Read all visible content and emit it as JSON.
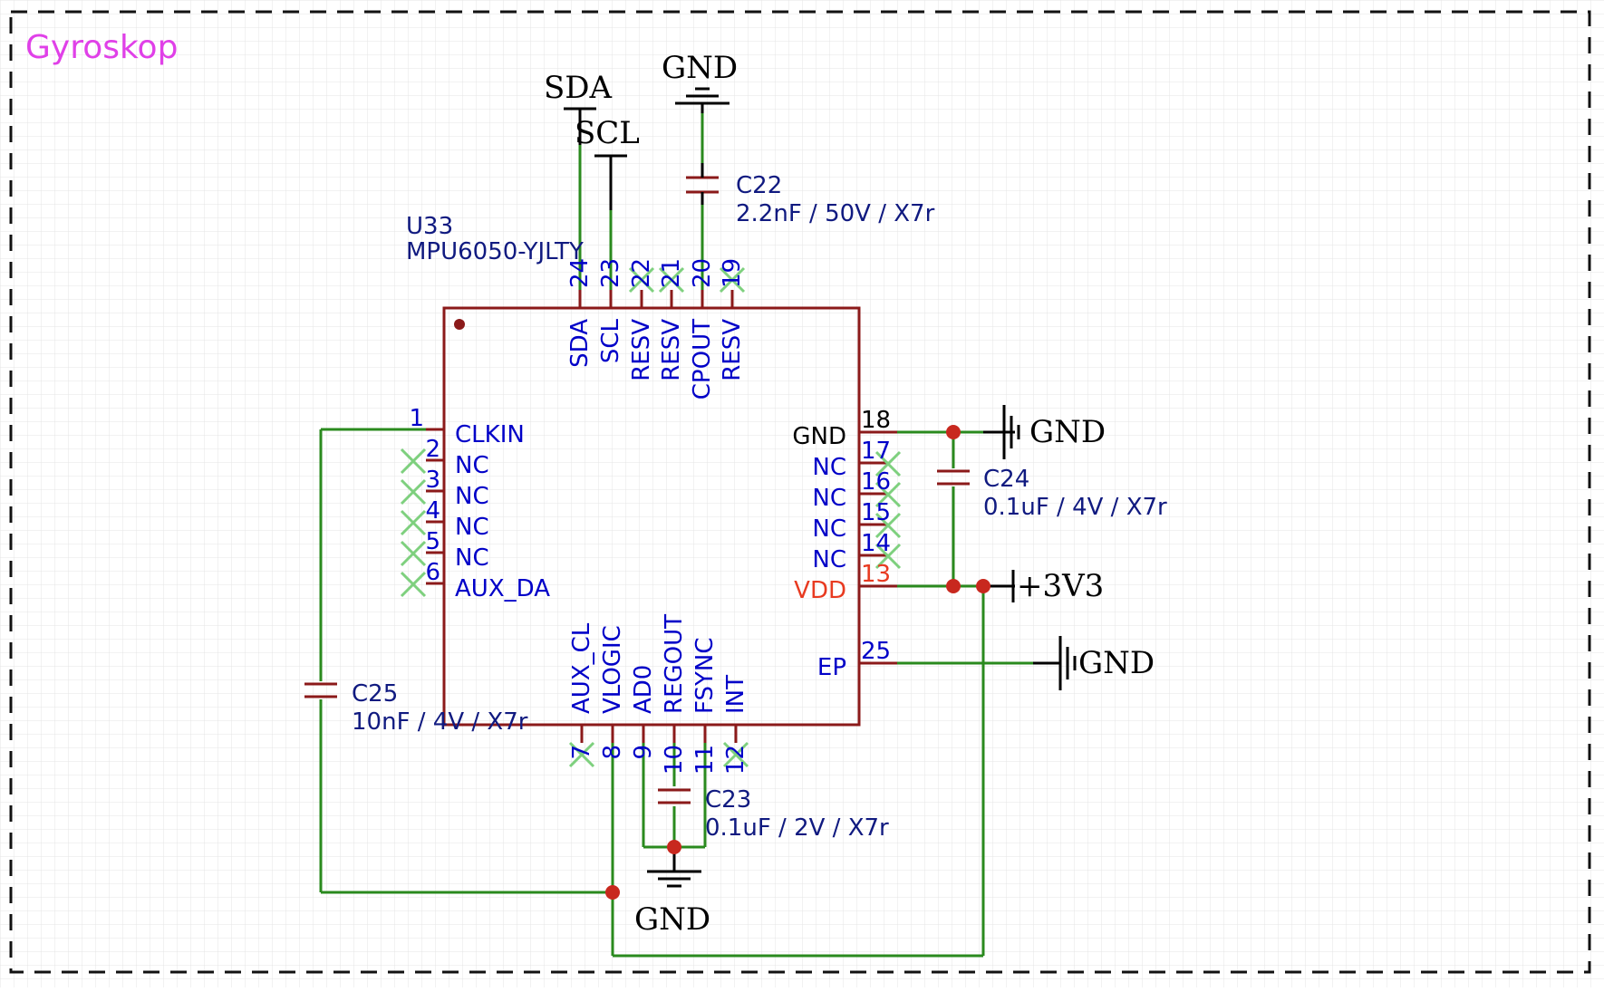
{
  "sheet": {
    "title": "Gyroskop"
  },
  "colors": {
    "wire": "#2a8a1e",
    "body": "#8b1a1a",
    "pin_text": "#0000c8",
    "ref_text": "#101a80",
    "title": "#e040e8",
    "junction": "#c8281e",
    "nc_mark": "#7ed07e",
    "power_pin": "#e83a20"
  },
  "u33": {
    "ref": "U33",
    "value": "MPU6050-YJLTY",
    "pins": {
      "p1": {
        "num": "1",
        "name": "CLKIN"
      },
      "p2": {
        "num": "2",
        "name": "NC"
      },
      "p3": {
        "num": "3",
        "name": "NC"
      },
      "p4": {
        "num": "4",
        "name": "NC"
      },
      "p5": {
        "num": "5",
        "name": "NC"
      },
      "p6": {
        "num": "6",
        "name": "AUX_DA"
      },
      "p7": {
        "num": "7",
        "name": "AUX_CL"
      },
      "p8": {
        "num": "8",
        "name": "VLOGIC"
      },
      "p9": {
        "num": "9",
        "name": "AD0"
      },
      "p10": {
        "num": "10",
        "name": "REGOUT"
      },
      "p11": {
        "num": "11",
        "name": "FSYNC"
      },
      "p12": {
        "num": "12",
        "name": "INT"
      },
      "p13": {
        "num": "13",
        "name": "VDD"
      },
      "p14": {
        "num": "14",
        "name": "NC"
      },
      "p15": {
        "num": "15",
        "name": "NC"
      },
      "p16": {
        "num": "16",
        "name": "NC"
      },
      "p17": {
        "num": "17",
        "name": "NC"
      },
      "p18": {
        "num": "18",
        "name": "GND"
      },
      "p19": {
        "num": "19",
        "name": "RESV"
      },
      "p20": {
        "num": "20",
        "name": "CPOUT"
      },
      "p21": {
        "num": "21",
        "name": "RESV"
      },
      "p22": {
        "num": "22",
        "name": "RESV"
      },
      "p23": {
        "num": "23",
        "name": "SCL"
      },
      "p24": {
        "num": "24",
        "name": "SDA"
      },
      "p25": {
        "num": "25",
        "name": "EP"
      }
    }
  },
  "caps": {
    "c22": {
      "ref": "C22",
      "value": "2.2nF / 50V / X7r"
    },
    "c23": {
      "ref": "C23",
      "value": "0.1uF / 2V / X7r"
    },
    "c24": {
      "ref": "C24",
      "value": "0.1uF / 4V / X7r"
    },
    "c25": {
      "ref": "C25",
      "value": "10nF / 4V / X7r"
    }
  },
  "nets": {
    "sda": "SDA",
    "scl": "SCL",
    "gnd": "GND",
    "v33": "+3V3"
  }
}
